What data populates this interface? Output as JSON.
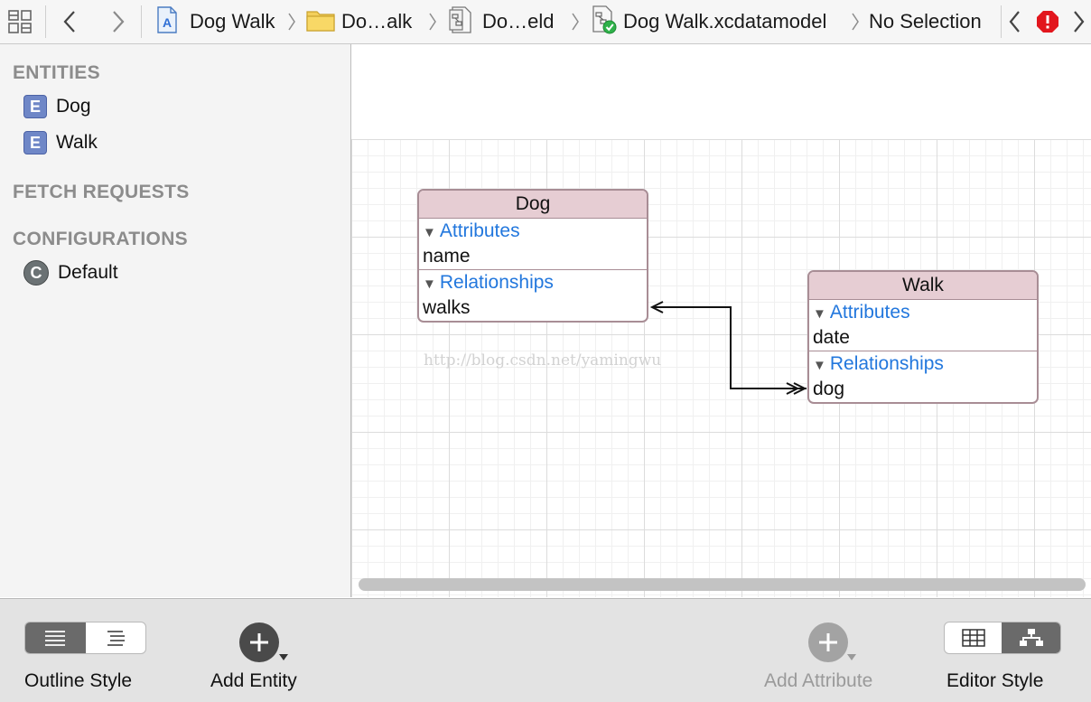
{
  "toolbar": {
    "breadcrumbs": [
      {
        "label": "Dog Walk",
        "icon": "app-project-icon"
      },
      {
        "label": "Do…alk",
        "icon": "folder-icon"
      },
      {
        "label": "Do…eld",
        "icon": "xcdatamodeld-icon"
      },
      {
        "label": "Dog Walk.xcdatamodel",
        "icon": "xcdatamodel-icon"
      },
      {
        "label": "No Selection"
      }
    ],
    "error_color": "#e2161d"
  },
  "sidebar": {
    "sections": [
      {
        "title": "ENTITIES",
        "items": [
          {
            "label": "Dog",
            "badge": "E"
          },
          {
            "label": "Walk",
            "badge": "E"
          }
        ]
      },
      {
        "title": "FETCH REQUESTS",
        "items": []
      },
      {
        "title": "CONFIGURATIONS",
        "items": [
          {
            "label": "Default",
            "badge": "C"
          }
        ]
      }
    ]
  },
  "diagram": {
    "entities": [
      {
        "name": "Dog",
        "attributes_label": "Attributes",
        "attributes": [
          "name"
        ],
        "relationships_label": "Relationships",
        "relationships": [
          "walks"
        ]
      },
      {
        "name": "Walk",
        "attributes_label": "Attributes",
        "attributes": [
          "date"
        ],
        "relationships_label": "Relationships",
        "relationships": [
          "dog"
        ]
      }
    ],
    "watermark": "http://blog.csdn.net/yamingwu"
  },
  "bottombar": {
    "outline_style_label": "Outline Style",
    "add_entity_label": "Add Entity",
    "add_attribute_label": "Add Attribute",
    "editor_style_label": "Editor Style"
  }
}
